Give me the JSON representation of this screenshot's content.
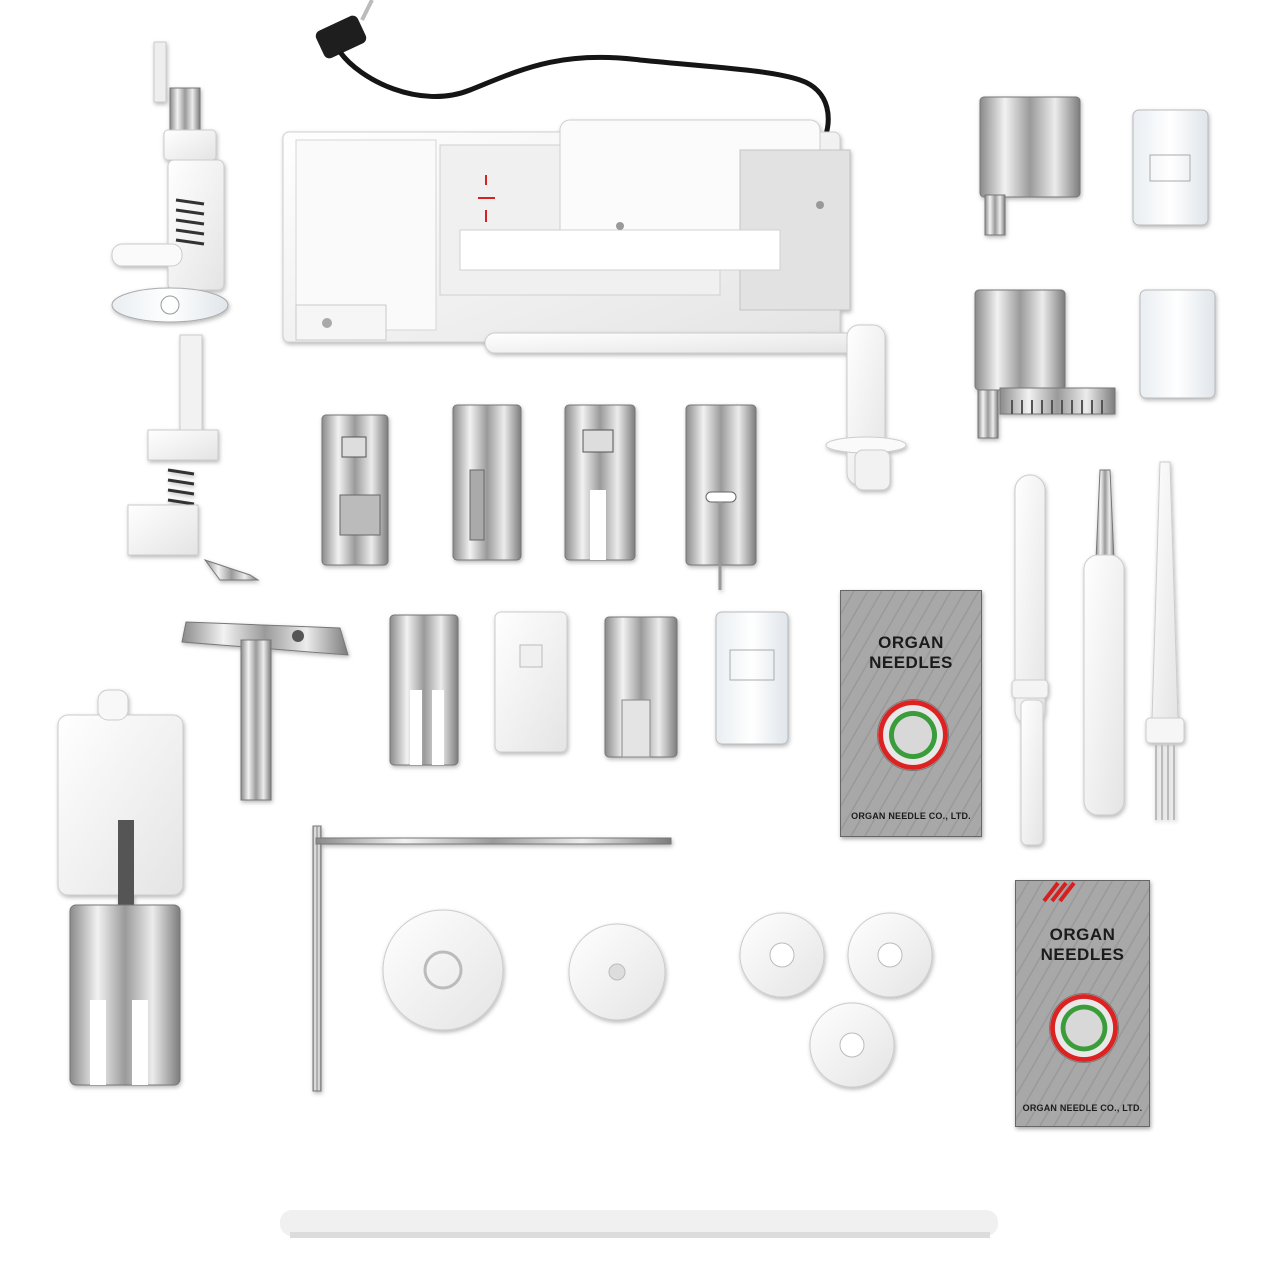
{
  "image": {
    "description_free": true,
    "colors": {
      "background": "#ffffff",
      "plastic": "#f4f4f4",
      "chrome": "#c9c9c9",
      "pack": "#9e9e9e",
      "accent_red": "#d62020"
    }
  },
  "packs": [
    {
      "line1": "ORGAN",
      "line2": "NEEDLES",
      "maker": "ORGAN NEEDLE CO., LTD."
    },
    {
      "line1": "ORGAN",
      "line2": "NEEDLES",
      "maker": "ORGAN NEEDLE CO., LTD."
    }
  ]
}
